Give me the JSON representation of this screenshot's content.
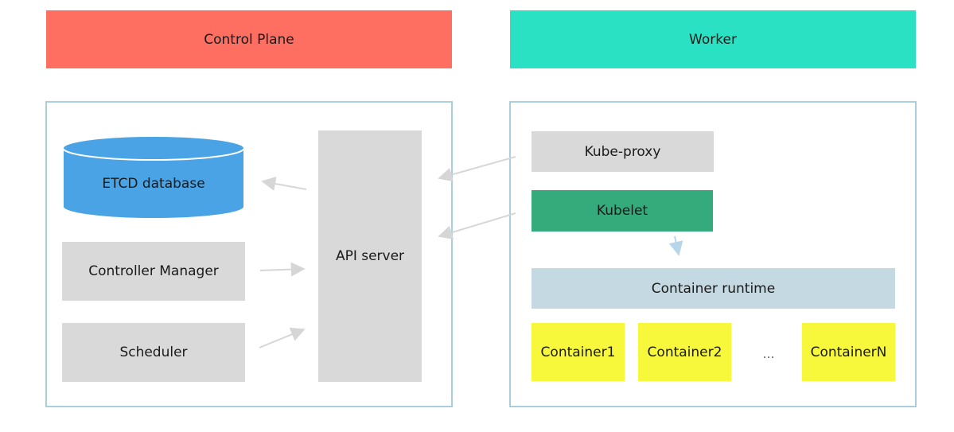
{
  "headers": {
    "control_plane": "Control Plane",
    "worker": "Worker"
  },
  "control_plane": {
    "etcd": "ETCD database",
    "controller_manager": "Controller Manager",
    "scheduler": "Scheduler",
    "api_server": "API server"
  },
  "worker": {
    "kube_proxy": "Kube-proxy",
    "kubelet": "Kubelet",
    "container_runtime": "Container runtime",
    "containers": [
      "Container1",
      "Container2",
      "ContainerN"
    ],
    "ellipsis": "…"
  },
  "colors": {
    "control_plane_header": "#ff6f61",
    "worker_header": "#2ae2c3",
    "etcd": "#4aa3e4",
    "kubelet": "#35ab7b",
    "runtime": "#c5d9e2",
    "container": "#f7f73b",
    "component": "#d9d9d9",
    "arrow": "#d6d6d6",
    "kubelet_arrow": "#b8d6ea"
  }
}
